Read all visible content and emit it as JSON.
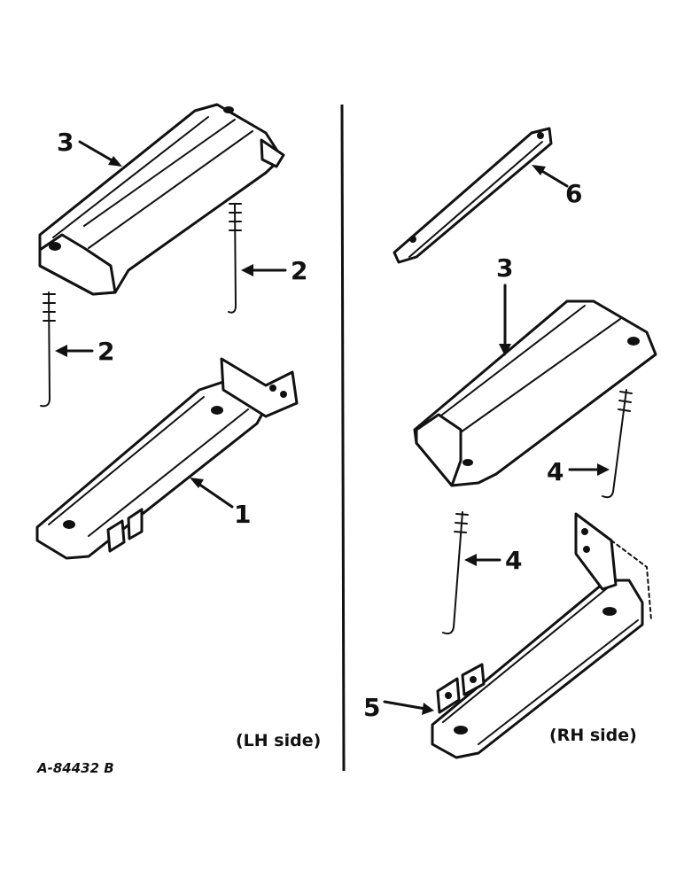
{
  "callouts": {
    "lh_cover": "3",
    "lh_bolt_a": "2",
    "lh_bolt_b": "2",
    "lh_tray": "1",
    "rh_strap": "6",
    "rh_cover": "3",
    "rh_bolt_a": "4",
    "rh_bolt_b": "4",
    "rh_tray": "5"
  },
  "labels": {
    "lh_side": "(LH side)",
    "rh_side": "(RH side)",
    "drawing_number": "A-84432 B"
  }
}
